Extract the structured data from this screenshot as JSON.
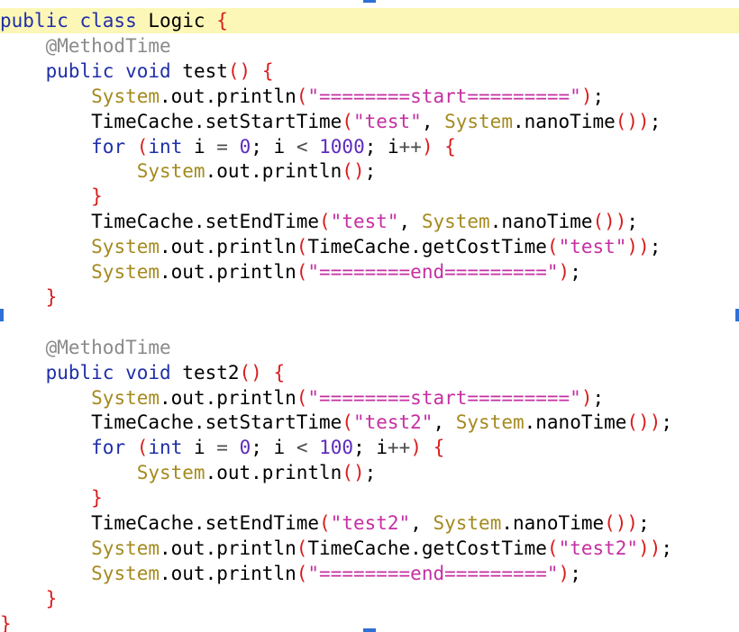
{
  "code": {
    "lines": [
      [
        {
          "t": "public class",
          "c": "kw"
        },
        {
          "t": " Logic "
        },
        {
          "t": "{",
          "c": "par"
        }
      ],
      [
        {
          "t": "    "
        },
        {
          "t": "@MethodTime",
          "c": "ann"
        }
      ],
      [
        {
          "t": "    "
        },
        {
          "t": "public void",
          "c": "kw"
        },
        {
          "t": " test"
        },
        {
          "t": "()",
          "c": "par"
        },
        {
          "t": " "
        },
        {
          "t": "{",
          "c": "par"
        }
      ],
      [
        {
          "t": "        "
        },
        {
          "t": "System",
          "c": "sys"
        },
        {
          "t": ".out.println"
        },
        {
          "t": "(",
          "c": "par"
        },
        {
          "t": "\"========start=========\"",
          "c": "str"
        },
        {
          "t": ")",
          "c": "par"
        },
        {
          "t": ";"
        }
      ],
      [
        {
          "t": "        TimeCache.setStartTime"
        },
        {
          "t": "(",
          "c": "par"
        },
        {
          "t": "\"test\"",
          "c": "str"
        },
        {
          "t": ", "
        },
        {
          "t": "System",
          "c": "sys"
        },
        {
          "t": ".nanoTime"
        },
        {
          "t": "())",
          "c": "par"
        },
        {
          "t": ";"
        }
      ],
      [
        {
          "t": "        "
        },
        {
          "t": "for",
          "c": "kw"
        },
        {
          "t": " "
        },
        {
          "t": "(",
          "c": "par"
        },
        {
          "t": "int",
          "c": "kw"
        },
        {
          "t": " i "
        },
        {
          "t": "=",
          "c": "op"
        },
        {
          "t": " "
        },
        {
          "t": "0",
          "c": "num"
        },
        {
          "t": "; i "
        },
        {
          "t": "<",
          "c": "op"
        },
        {
          "t": " "
        },
        {
          "t": "1000",
          "c": "num"
        },
        {
          "t": "; i"
        },
        {
          "t": "++",
          "c": "op"
        },
        {
          "t": ")",
          "c": "par"
        },
        {
          "t": " "
        },
        {
          "t": "{",
          "c": "par"
        }
      ],
      [
        {
          "t": "            "
        },
        {
          "t": "System",
          "c": "sys"
        },
        {
          "t": ".out.println"
        },
        {
          "t": "()",
          "c": "par"
        },
        {
          "t": ";"
        }
      ],
      [
        {
          "t": "        "
        },
        {
          "t": "}",
          "c": "par"
        }
      ],
      [
        {
          "t": "        TimeCache.setEndTime"
        },
        {
          "t": "(",
          "c": "par"
        },
        {
          "t": "\"test\"",
          "c": "str"
        },
        {
          "t": ", "
        },
        {
          "t": "System",
          "c": "sys"
        },
        {
          "t": ".nanoTime"
        },
        {
          "t": "())",
          "c": "par"
        },
        {
          "t": ";"
        }
      ],
      [
        {
          "t": "        "
        },
        {
          "t": "System",
          "c": "sys"
        },
        {
          "t": ".out.println"
        },
        {
          "t": "(",
          "c": "par"
        },
        {
          "t": "TimeCache.getCostTime"
        },
        {
          "t": "(",
          "c": "par"
        },
        {
          "t": "\"test\"",
          "c": "str"
        },
        {
          "t": "))",
          "c": "par"
        },
        {
          "t": ";"
        }
      ],
      [
        {
          "t": "        "
        },
        {
          "t": "System",
          "c": "sys"
        },
        {
          "t": ".out.println"
        },
        {
          "t": "(",
          "c": "par"
        },
        {
          "t": "\"========end=========\"",
          "c": "str"
        },
        {
          "t": ")",
          "c": "par"
        },
        {
          "t": ";"
        }
      ],
      [
        {
          "t": "    "
        },
        {
          "t": "}",
          "c": "par"
        }
      ],
      [],
      [
        {
          "t": "    "
        },
        {
          "t": "@MethodTime",
          "c": "ann"
        }
      ],
      [
        {
          "t": "    "
        },
        {
          "t": "public void",
          "c": "kw"
        },
        {
          "t": " test2"
        },
        {
          "t": "()",
          "c": "par"
        },
        {
          "t": " "
        },
        {
          "t": "{",
          "c": "par"
        }
      ],
      [
        {
          "t": "        "
        },
        {
          "t": "System",
          "c": "sys"
        },
        {
          "t": ".out.println"
        },
        {
          "t": "(",
          "c": "par"
        },
        {
          "t": "\"========start=========\"",
          "c": "str"
        },
        {
          "t": ")",
          "c": "par"
        },
        {
          "t": ";"
        }
      ],
      [
        {
          "t": "        TimeCache.setStartTime"
        },
        {
          "t": "(",
          "c": "par"
        },
        {
          "t": "\"test2\"",
          "c": "str"
        },
        {
          "t": ", "
        },
        {
          "t": "System",
          "c": "sys"
        },
        {
          "t": ".nanoTime"
        },
        {
          "t": "())",
          "c": "par"
        },
        {
          "t": ";"
        }
      ],
      [
        {
          "t": "        "
        },
        {
          "t": "for",
          "c": "kw"
        },
        {
          "t": " "
        },
        {
          "t": "(",
          "c": "par"
        },
        {
          "t": "int",
          "c": "kw"
        },
        {
          "t": " i "
        },
        {
          "t": "=",
          "c": "op"
        },
        {
          "t": " "
        },
        {
          "t": "0",
          "c": "num"
        },
        {
          "t": "; i "
        },
        {
          "t": "<",
          "c": "op"
        },
        {
          "t": " "
        },
        {
          "t": "100",
          "c": "num"
        },
        {
          "t": "; i"
        },
        {
          "t": "++",
          "c": "op"
        },
        {
          "t": ")",
          "c": "par"
        },
        {
          "t": " "
        },
        {
          "t": "{",
          "c": "par"
        }
      ],
      [
        {
          "t": "            "
        },
        {
          "t": "System",
          "c": "sys"
        },
        {
          "t": ".out.println"
        },
        {
          "t": "()",
          "c": "par"
        },
        {
          "t": ";"
        }
      ],
      [
        {
          "t": "        "
        },
        {
          "t": "}",
          "c": "par"
        }
      ],
      [
        {
          "t": "        TimeCache.setEndTime"
        },
        {
          "t": "(",
          "c": "par"
        },
        {
          "t": "\"test2\"",
          "c": "str"
        },
        {
          "t": ", "
        },
        {
          "t": "System",
          "c": "sys"
        },
        {
          "t": ".nanoTime"
        },
        {
          "t": "())",
          "c": "par"
        },
        {
          "t": ";"
        }
      ],
      [
        {
          "t": "        "
        },
        {
          "t": "System",
          "c": "sys"
        },
        {
          "t": ".out.println"
        },
        {
          "t": "(",
          "c": "par"
        },
        {
          "t": "TimeCache.getCostTime"
        },
        {
          "t": "(",
          "c": "par"
        },
        {
          "t": "\"test2\"",
          "c": "str"
        },
        {
          "t": "))",
          "c": "par"
        },
        {
          "t": ";"
        }
      ],
      [
        {
          "t": "        "
        },
        {
          "t": "System",
          "c": "sys"
        },
        {
          "t": ".out.println"
        },
        {
          "t": "(",
          "c": "par"
        },
        {
          "t": "\"========end=========\"",
          "c": "str"
        },
        {
          "t": ")",
          "c": "par"
        },
        {
          "t": ";"
        }
      ],
      [
        {
          "t": "    "
        },
        {
          "t": "}",
          "c": "par"
        }
      ],
      [
        {
          "t": "}",
          "c": "par"
        }
      ]
    ],
    "highlighted_line": 0
  },
  "colors": {
    "keyword": "#1f2fa8",
    "annotation": "#8a8a8a",
    "string": "#c52fa2",
    "number": "#5e2bbd",
    "paren": "#d91c1c",
    "system_class": "#a48a1f",
    "current_line_bg": "#fdf7b7",
    "selection_handle": "#2f6fd6"
  }
}
